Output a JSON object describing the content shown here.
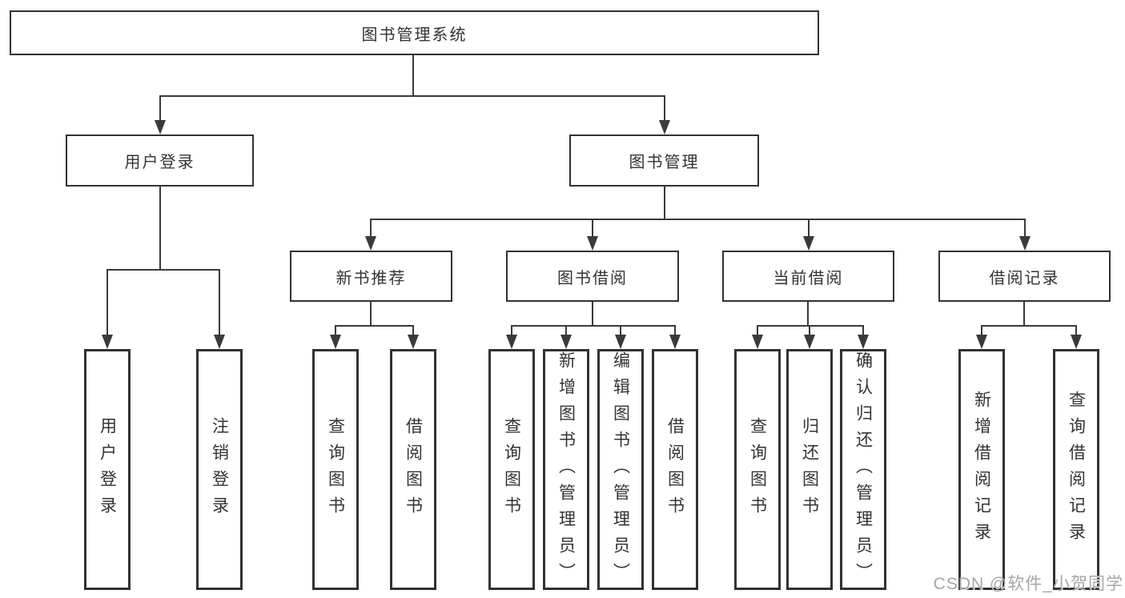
{
  "colors": {
    "background": "#ffffff",
    "line": "#3a3a3a",
    "box_border": "#323232",
    "text": "#333333",
    "watermark": "#a6a6a6"
  },
  "diagram": {
    "root": "图书管理系统",
    "level2": {
      "user_login": "用户登录",
      "book_mgmt": "图书管理"
    },
    "level3": {
      "new_books": "新书推荐",
      "book_borrow": "图书借阅",
      "current_borrow": "当前借阅",
      "borrow_records": "借阅记录"
    },
    "leaves": {
      "user_login": [
        "用户登录",
        "注销登录"
      ],
      "new_books": [
        "查询图书",
        "借阅图书"
      ],
      "book_borrow": [
        "查询图书",
        "新增图书（管理员）",
        "编辑图书（管理员）",
        "借阅图书"
      ],
      "current_borrow": [
        "查询图书",
        "归还图书",
        "确认归还（管理员）"
      ],
      "borrow_records": [
        "新增借阅记录",
        "查询借阅记录"
      ]
    }
  },
  "watermark": {
    "text": "CSDN @软件_小贺同学"
  }
}
